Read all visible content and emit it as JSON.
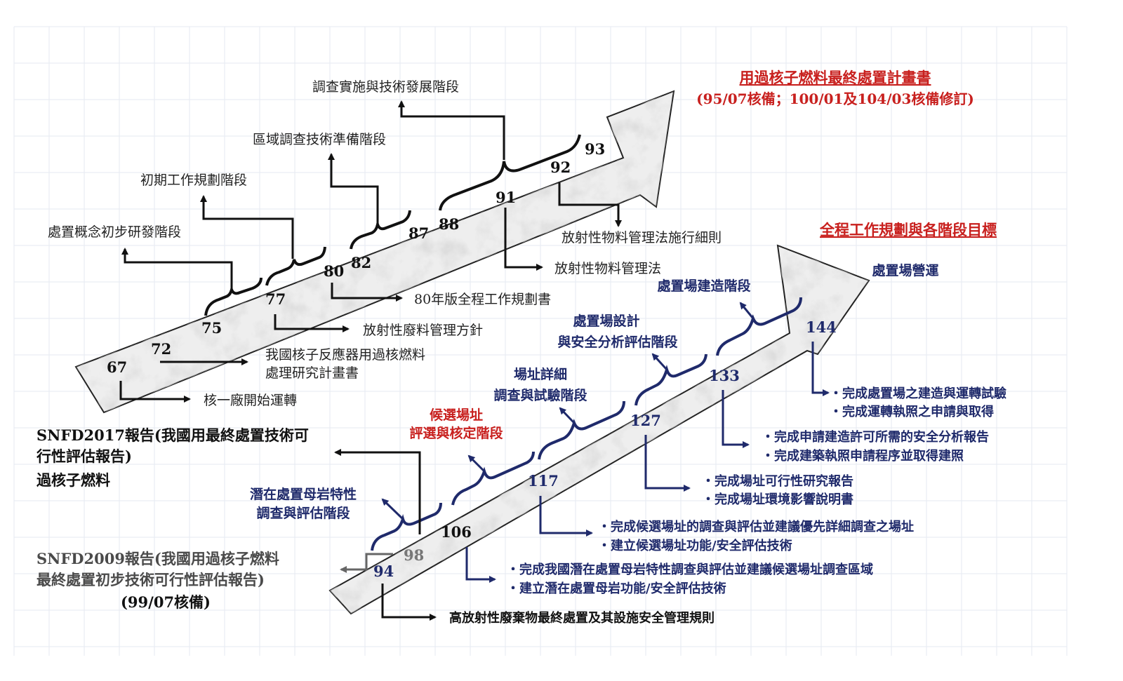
{
  "title_top": {
    "line1": "用過核子燃料最終處置計畫書",
    "line2": "(95/07核備；100/01及104/03核備修訂)"
  },
  "title_bottom": "全程工作規劃與各階段目標",
  "upper_arrow": {
    "years": [
      "67",
      "72",
      "75",
      "77",
      "80",
      "82",
      "87",
      "88",
      "91",
      "92",
      "93"
    ],
    "phases": [
      "處置概念初步研發階段",
      "初期工作規劃階段",
      "區域調查技術準備階段",
      "調查實施與技術發展階段"
    ],
    "events": {
      "y67": "核一廠開始運轉",
      "y72_line1": "我國核子反應器用過核燃料",
      "y72_line2": "處理研究計畫書",
      "y77": "放射性廢料管理方針",
      "y80": "80年版全程工作規劃書",
      "y91": "放射性物料管理法",
      "y92": "放射性物料管理法施行細則"
    }
  },
  "lower_arrow": {
    "years": [
      "94",
      "98",
      "106",
      "117",
      "127",
      "133",
      "144"
    ],
    "phases": {
      "p1_line1": "潛在處置母岩特性",
      "p1_line2": "調查與評估階段",
      "p2_line1": "候選場址",
      "p2_line2": "評選與核定階段",
      "p3_line1": "場址詳細",
      "p3_line2": "調查與試驗階段",
      "p4_line1": "處置場設計",
      "p4_line2": "與安全分析評估階段",
      "p5": "處置場建造階段",
      "p6": "處置場營運"
    },
    "goals": {
      "g106_1": "・完成我國潛在處置母岩特性調查與評估並建議候選場址調查區域",
      "g106_2": "・建立潛在處置母岩功能/安全評估技術",
      "g117_1": "・完成候選場址的調查與評估並建議優先詳細調查之場址",
      "g117_2": "・建立候選場址功能/安全評估技術",
      "g127_1": "・完成場址可行性研究報告",
      "g127_2": "・完成場址環境影響說明書",
      "g133_1": "・完成申請建造許可所需的安全分析報告",
      "g133_2": "・完成建築執照申請程序並取得建照",
      "g144_1": "・完成處置場之建造與運轉試驗",
      "g144_2": "・完成運轉執照之申請與取得"
    },
    "regulation_94": "高放射性廢棄物最終處置及其設施安全管理規則"
  },
  "reports": {
    "snfd2017_line1": "SNFD2017報告(我國用最終處置技術可",
    "snfd2017_line2": "行性評估報告)",
    "snfd2017_line3": "過核子燃料",
    "snfd2009_line1": "SNFD2009報告(我國用過核子燃料",
    "snfd2009_line2": "最終處置初步技術可行性評估報告)",
    "snfd2009_line3": "(99/07核備)"
  },
  "colors": {
    "navy": "#1f2a6b",
    "red": "#c8201e",
    "black": "#111111",
    "gray": "#4a4a4a"
  }
}
